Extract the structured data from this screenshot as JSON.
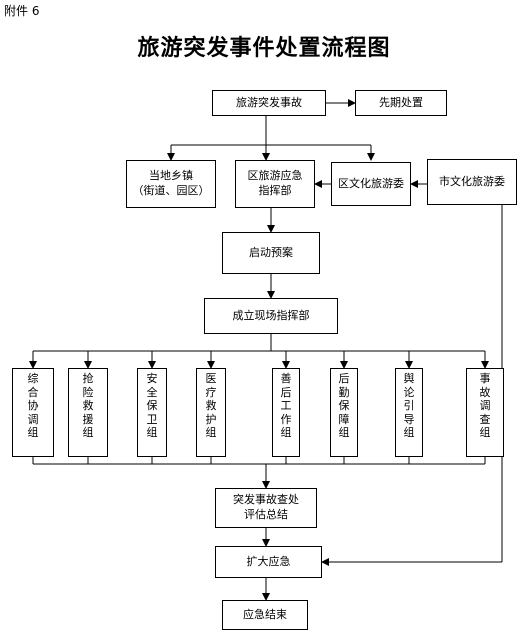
{
  "attachment": "附件 6",
  "title": "旅游突发事件处置流程图",
  "nodes": {
    "incident": "旅游突发事故",
    "early": "先期处置",
    "township": [
      "当地乡镇",
      "（街道、园区）"
    ],
    "district_cmd": [
      "区旅游应急",
      "指挥部"
    ],
    "district_bureau": "区文化旅游委",
    "city_bureau": "市文化旅游委",
    "plan": "启动预案",
    "onsite": "成立现场指挥部",
    "groups": [
      "综合协调组",
      "抢险救援组",
      "安全保卫组",
      "医疗救护组",
      "善后工作组",
      "后勤保障组",
      "舆论引导组",
      "事故调查组"
    ],
    "summary": [
      "突发事故查处",
      "评估总结"
    ],
    "expand": "扩大应急",
    "end": "应急结束"
  }
}
